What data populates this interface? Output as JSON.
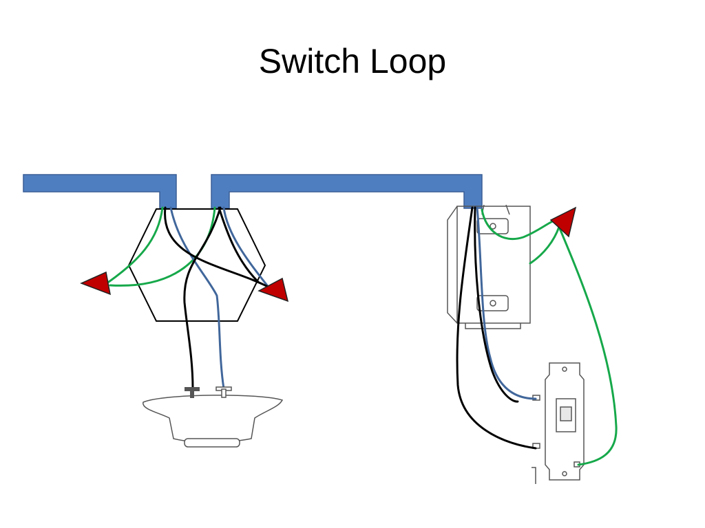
{
  "slide": {
    "title": "Switch Loop"
  },
  "colors": {
    "conduit": "#4f7ec0",
    "conduit_outline": "#3a5f96",
    "ground_wire": "#16a84a",
    "hot_wire": "#000000",
    "neutral_wire": "#41679b",
    "ground_terminal": "#c00000",
    "drawing_line": "#555555"
  },
  "diagram": {
    "components": [
      "conduit-run",
      "ceiling-junction-box",
      "light-fixture",
      "switch-box",
      "single-pole-switch"
    ],
    "wires": [
      "ground",
      "hot",
      "neutral"
    ]
  }
}
